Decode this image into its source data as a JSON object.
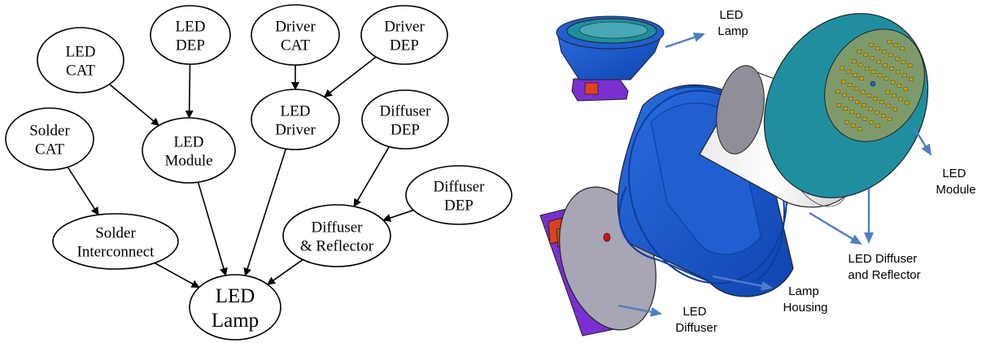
{
  "graph": {
    "nodes": [
      {
        "id": "led_cat",
        "lines": [
          "LED",
          "CAT"
        ]
      },
      {
        "id": "led_dep",
        "lines": [
          "LED",
          "DEP"
        ]
      },
      {
        "id": "driver_cat",
        "lines": [
          "Driver",
          "CAT"
        ]
      },
      {
        "id": "driver_dep",
        "lines": [
          "Driver",
          "DEP"
        ]
      },
      {
        "id": "solder_cat",
        "lines": [
          "Solder",
          "CAT"
        ]
      },
      {
        "id": "led_module",
        "lines": [
          "LED",
          "Module"
        ]
      },
      {
        "id": "led_driver",
        "lines": [
          "LED",
          "Driver"
        ]
      },
      {
        "id": "diffuser_dep_1",
        "lines": [
          "Diffuser",
          "DEP"
        ]
      },
      {
        "id": "diffuser_dep_2",
        "lines": [
          "Diffuser",
          "DEP"
        ]
      },
      {
        "id": "solder_interconnect",
        "lines": [
          "Solder",
          "Interconnect"
        ]
      },
      {
        "id": "diffuser_reflector",
        "lines": [
          "Diffuser",
          "& Reflector"
        ]
      },
      {
        "id": "led_lamp",
        "lines": [
          "LED",
          "Lamp"
        ]
      }
    ],
    "edges": [
      [
        "led_cat",
        "led_module"
      ],
      [
        "led_dep",
        "led_module"
      ],
      [
        "driver_cat",
        "led_driver"
      ],
      [
        "driver_dep",
        "led_driver"
      ],
      [
        "solder_cat",
        "solder_interconnect"
      ],
      [
        "diffuser_dep_1",
        "diffuser_reflector"
      ],
      [
        "diffuser_dep_2",
        "diffuser_reflector"
      ],
      [
        "solder_interconnect",
        "led_lamp"
      ],
      [
        "led_module",
        "led_lamp"
      ],
      [
        "led_driver",
        "led_lamp"
      ],
      [
        "diffuser_reflector",
        "led_lamp"
      ]
    ]
  },
  "callouts": {
    "led_lamp": [
      "LED",
      "Lamp"
    ],
    "led_module": [
      "LED",
      "Module"
    ],
    "led_diffuser_reflector": [
      "LED Diffuser",
      "and Reflector"
    ],
    "lamp_housing": [
      "Lamp",
      "Housing"
    ],
    "led_diffuser": [
      "LED",
      "Diffuser"
    ]
  },
  "colors": {
    "housing_blue": "#1f5fd0",
    "housing_dark": "#0d3c9a",
    "module_teal": "#1f8fa0",
    "pcb_green": "#7f9a6a",
    "diffuser_gray": "#a7a6b5",
    "base_purple": "#7b2fd0",
    "arrow_blue": "#4f7fc3"
  }
}
